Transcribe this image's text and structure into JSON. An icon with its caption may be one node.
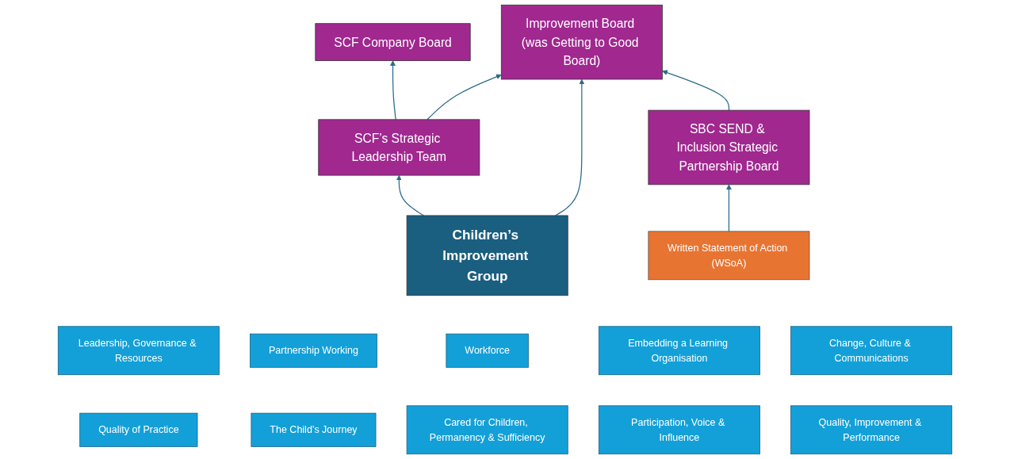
{
  "diagram": {
    "nodes": [
      {
        "text": [
          "SCF Company Board"
        ]
      },
      {
        "text": [
          "Improvement Board (was Getting to Good Board)"
        ]
      },
      {
        "text": [
          "SCF’s Strategic Leadership Team"
        ]
      },
      {
        "text": [
          "SBC SEND & Inclusion Strategic Partnership Board"
        ]
      },
      {
        "text": [
          "Children’s Improvement Group"
        ]
      },
      {
        "text": [
          "Leadership, Governance & Resources"
        ]
      },
      {
        "text": [
          "Partnership Working"
        ]
      },
      {
        "text": [
          "Workforce"
        ]
      },
      {
        "text": [
          "Embedding a Learning Organisation"
        ]
      },
      {
        "text": [
          "Change, Culture & Communications"
        ]
      },
      {
        "text": [
          "Written Statement of Action (WSoA)"
        ]
      },
      {
        "text": [
          "Quality of Practice"
        ]
      },
      {
        "text": [
          "The Child’s Journey"
        ]
      },
      {
        "text": [
          "Cared for Children, Permanency & Sufficiency"
        ]
      },
      {
        "text": [
          "Participation, Voice & Influence"
        ]
      },
      {
        "text": [
          "Quality, Improvement & Performance"
        ]
      }
    ],
    "edges": [
      {
        "from": 2,
        "to": 0,
        "arrow": "to"
      },
      {
        "from": 2,
        "to": 1,
        "arrow": "to"
      },
      {
        "from": 4,
        "to": 2,
        "arrow": "to"
      },
      {
        "from": 4,
        "to": 1,
        "arrow": "to"
      },
      {
        "from": 3,
        "to": 1,
        "arrow": "to"
      },
      {
        "from": 10,
        "to": 3,
        "arrow": "to"
      }
    ]
  }
}
